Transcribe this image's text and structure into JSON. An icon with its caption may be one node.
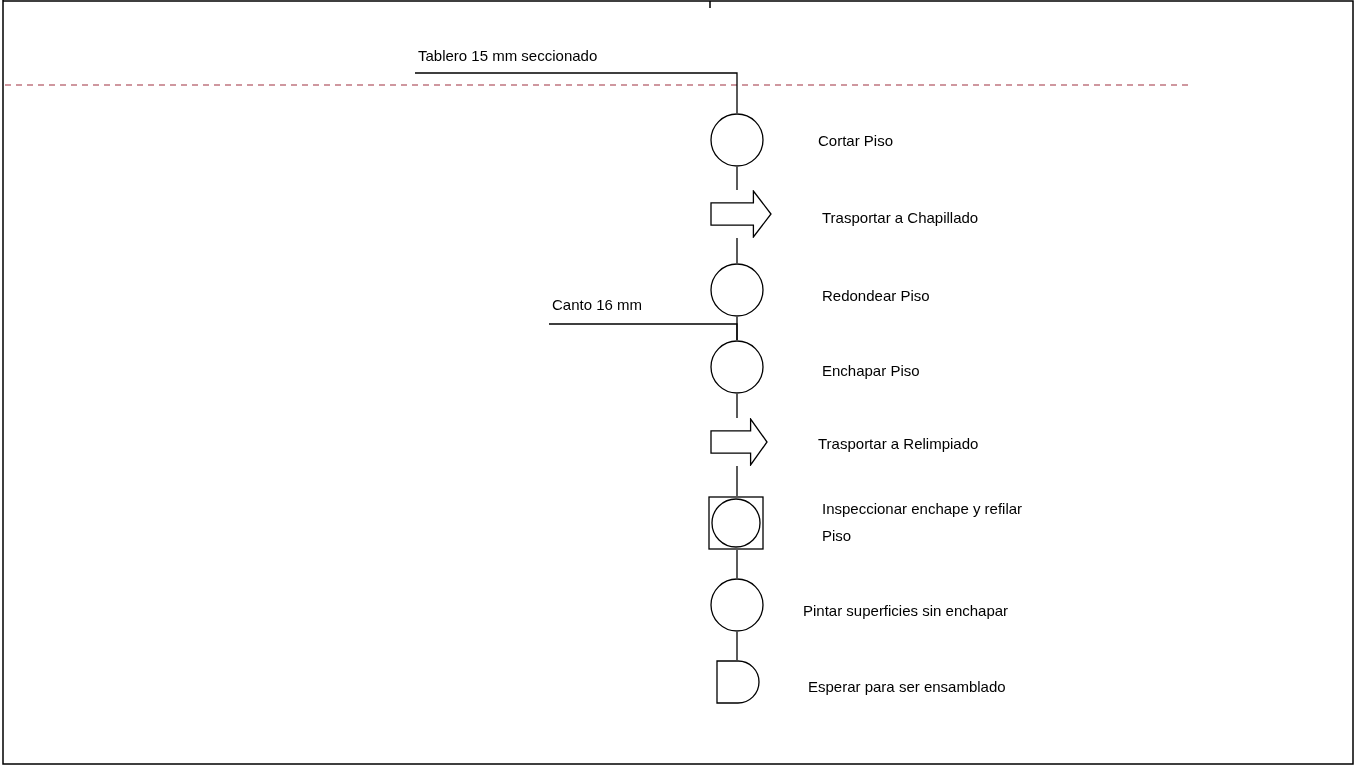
{
  "diagram": {
    "nodes": [
      {
        "text": [
          "Tablero 15 mm seccionado"
        ]
      },
      {
        "text": [],
        "shape": "circle",
        "beside": [
          "Cortar Piso"
        ]
      },
      {
        "text": [],
        "shape": "arrow",
        "beside": [
          "Trasportar a Chapillado"
        ]
      },
      {
        "text": [],
        "shape": "circle",
        "beside": [
          "Redondear Piso"
        ]
      },
      {
        "text": [
          "Canto 16 mm"
        ]
      },
      {
        "text": [],
        "shape": "circle",
        "beside": [
          "Enchapar Piso"
        ]
      },
      {
        "text": [],
        "shape": "arrow",
        "beside": [
          "Trasportar a Relimpiado"
        ]
      },
      {
        "text": [],
        "shape": "box",
        "beside": [
          "Inspeccionar enchape y refilar Piso"
        ]
      },
      {
        "text": [],
        "shape": "circle",
        "beside": [
          "Pintar superficies sin enchapar"
        ]
      },
      {
        "text": [],
        "shape": "delay",
        "beside": [
          "Esperar para ser ensamblado"
        ]
      }
    ],
    "edges": [
      {
        "from": 0,
        "to": 1,
        "arrow": "none"
      },
      {
        "from": 1,
        "to": 2,
        "arrow": "none"
      },
      {
        "from": 2,
        "to": 3,
        "arrow": "none"
      },
      {
        "from": 3,
        "to": 5,
        "arrow": "none"
      },
      {
        "from": 4,
        "to": 5,
        "arrow": "none"
      },
      {
        "from": 5,
        "to": 6,
        "arrow": "none"
      },
      {
        "from": 6,
        "to": 7,
        "arrow": "none"
      },
      {
        "from": 7,
        "to": 8,
        "arrow": "none"
      },
      {
        "from": 8,
        "to": 9,
        "arrow": "none"
      }
    ]
  }
}
